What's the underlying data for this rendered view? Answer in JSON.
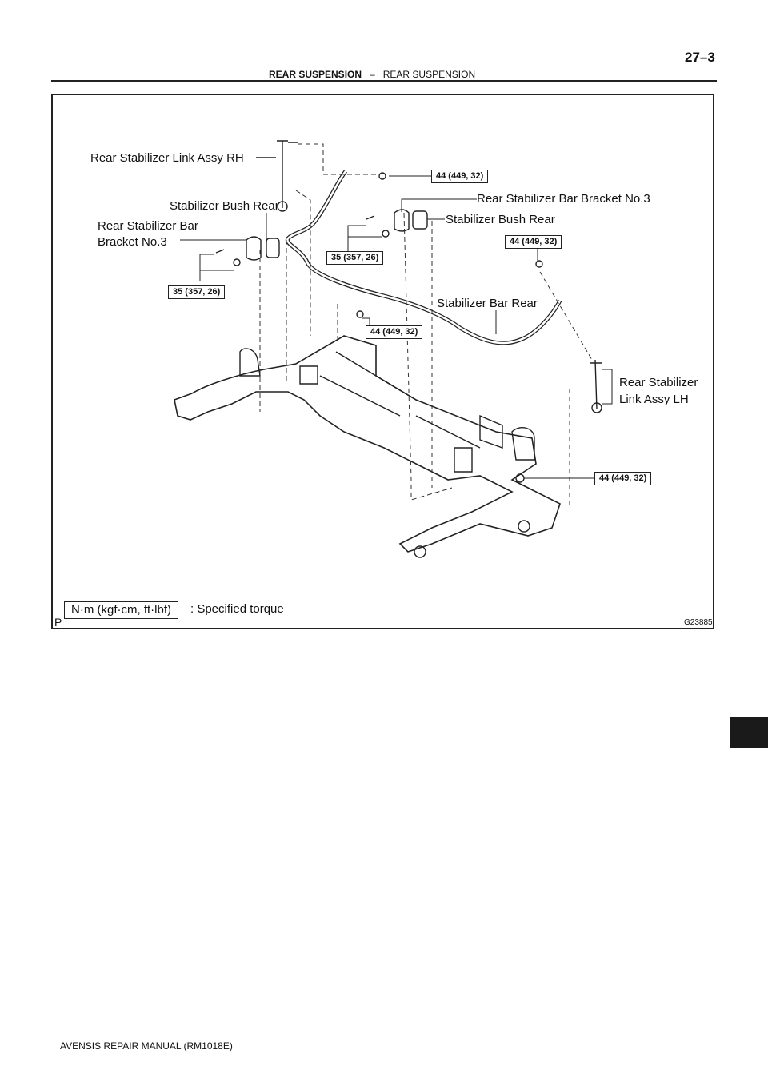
{
  "header": {
    "section_bold": "REAR SUSPENSION",
    "separator": "–",
    "section_sub": "REAR SUSPENSION",
    "page_number": "27–3"
  },
  "figure": {
    "code": "G23885",
    "corner_letter": "P",
    "labels": {
      "link_rh": "Rear Stabilizer Link Assy RH",
      "bush_rear_left": "Stabilizer Bush Rear",
      "bracket_left_line1": "Rear Stabilizer Bar",
      "bracket_left_line2": "Bracket No.3",
      "bracket_right": "Rear Stabilizer Bar Bracket No.3",
      "bush_rear_right": "Stabilizer Bush Rear",
      "bar_rear": "Stabilizer Bar Rear",
      "link_lh_line1": "Rear Stabilizer",
      "link_lh_line2": "Link Assy LH"
    },
    "torques": {
      "t1": "44 (449, 32)",
      "t2": "35 (357, 26)",
      "t3": "44 (449, 32)",
      "t4": "35 (357, 26)",
      "t5": "44 (449, 32)",
      "t6": "44 (449, 32)"
    },
    "legend": {
      "unit_box": "N·m (kgf·cm, ft·lbf)",
      "text": ": Specified torque"
    }
  },
  "footer": {
    "manual": "AVENSIS REPAIR MANUAL   (RM1018E)"
  }
}
